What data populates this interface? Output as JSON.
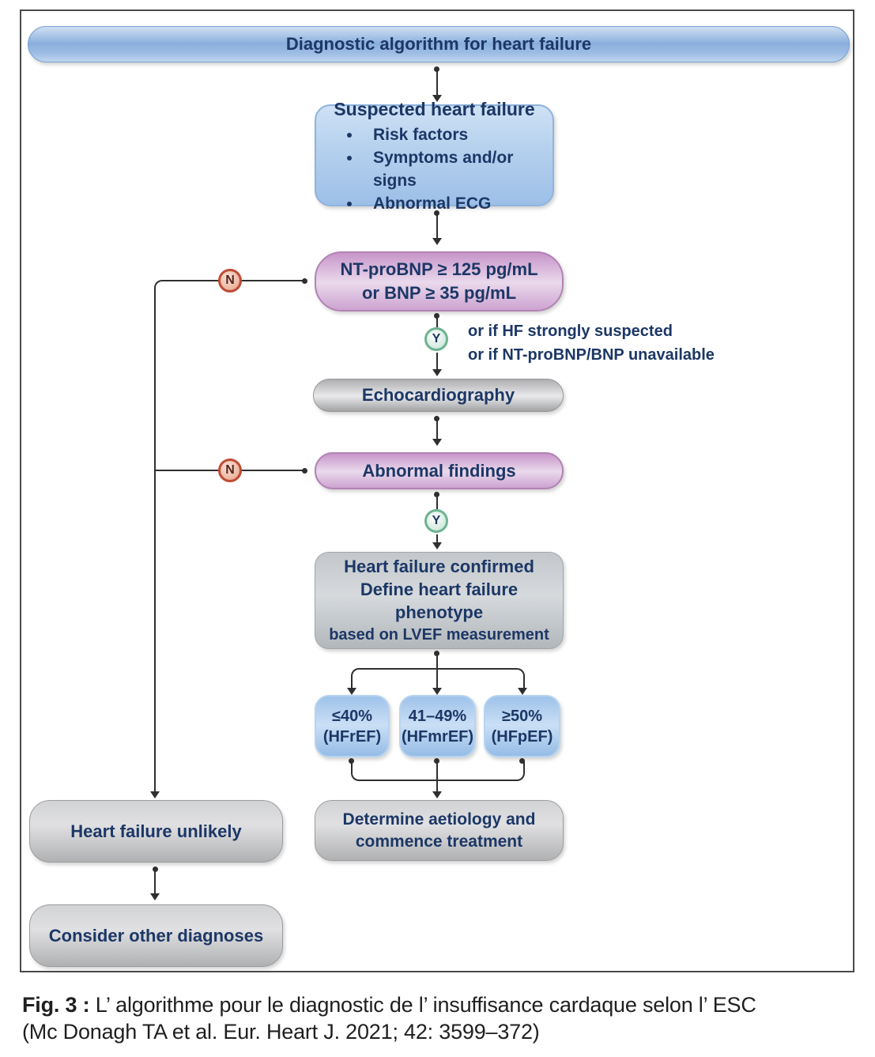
{
  "figure": {
    "title_bar": "Diagnostic algorithm for heart failure",
    "labels": {
      "no": "N",
      "yes": "Y"
    },
    "nodes": {
      "suspected": {
        "title": "Suspected heart failure",
        "bullets": [
          "Risk factors",
          "Symptoms and/or signs",
          "Abnormal ECG"
        ]
      },
      "bnp": {
        "line1": "NT-proBNP ≥ 125 pg/mL",
        "line2": "or BNP ≥ 35 pg/mL"
      },
      "bnp_note": {
        "line1": "or if HF strongly suspected",
        "line2": "or if NT-proBNP/BNP unavailable"
      },
      "echo": "Echocardiography",
      "abnormal": "Abnormal findings",
      "confirmed": {
        "line1": "Heart failure confirmed",
        "line2": "Define heart failure phenotype",
        "line3": "based on LVEF measurement"
      },
      "ef_low": {
        "line1": "≤40%",
        "line2": "(HFrEF)"
      },
      "ef_mid": {
        "line1": "41–49%",
        "line2": "(HFmrEF)"
      },
      "ef_high": {
        "line1": "≥50%",
        "line2": "(HFpEF)"
      },
      "determine": {
        "line1": "Determine aetiology and",
        "line2": "commence treatment"
      },
      "unlikely": "Heart failure unlikely",
      "consider": "Consider other diagnoses"
    }
  },
  "caption": {
    "prefix": "Fig. 3 :",
    "line1": "L’ algorithme pour le diagnostic de l’ insuffisance cardaque selon l’ ESC",
    "line2": "(Mc Donagh TA et al. Eur. Heart J. 2021; 42: 3599–372)"
  },
  "colors": {
    "text_navy": "#1c3766",
    "box_blue": "#9dbfe7",
    "box_pink": "#cda3d1",
    "box_gray": "#c3c7cb",
    "badge_no_ring": "#bf4b33",
    "badge_yes_ring": "#6db392",
    "arrow": "#2f2f2f"
  }
}
